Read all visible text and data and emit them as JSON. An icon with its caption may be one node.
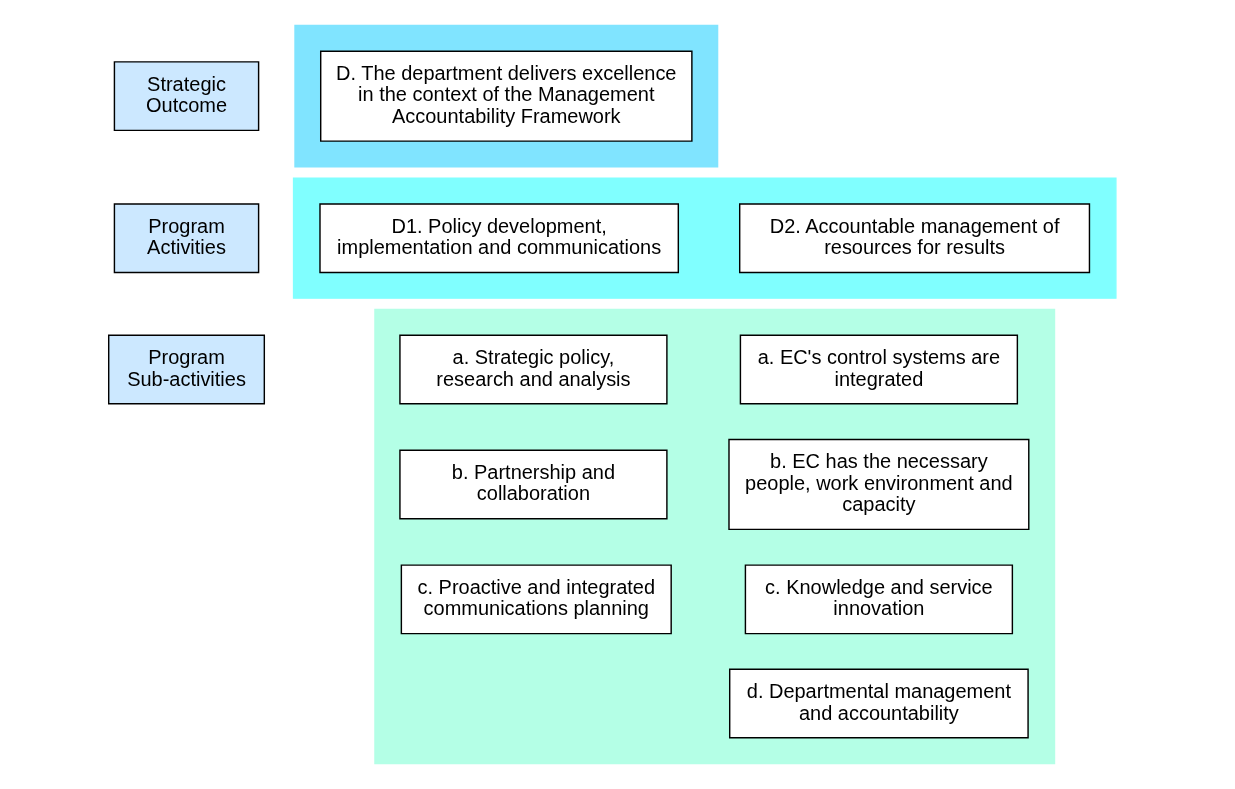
{
  "diagram": {
    "nodes": [
      {
        "text": [],
        "shape": "band"
      },
      {
        "text": [
          "Strategic Outcome"
        ]
      },
      {
        "text": [
          "D. The department delivers excellence in the context of the Management Accountability Framework"
        ],
        "in": 0
      },
      {
        "text": [],
        "shape": "band"
      },
      {
        "text": [
          "Program Activities"
        ]
      },
      {
        "text": [
          "D1. Policy development, implementation and communications"
        ],
        "in": 3
      },
      {
        "text": [
          "D2. Accountable management of resources for results"
        ],
        "in": 3
      },
      {
        "text": [],
        "shape": "band"
      },
      {
        "text": [
          "Program Sub-activities"
        ]
      },
      {
        "text": [
          "a. Strategic policy, research and analysis"
        ],
        "in": 7
      },
      {
        "text": [
          "b. Partnership and collaboration"
        ],
        "in": 7
      },
      {
        "text": [
          "c. Proactive and integrated communications planning"
        ],
        "in": 7
      },
      {
        "text": [
          "a. EC's control systems are integrated"
        ],
        "in": 7
      },
      {
        "text": [
          "b. EC has the necessary people, work environment and capacity"
        ],
        "in": 7
      },
      {
        "text": [
          "c. Knowledge and service innovation"
        ],
        "in": 7
      },
      {
        "text": [
          "d. Departmental management and accountability"
        ],
        "in": 7
      }
    ],
    "edges": []
  }
}
